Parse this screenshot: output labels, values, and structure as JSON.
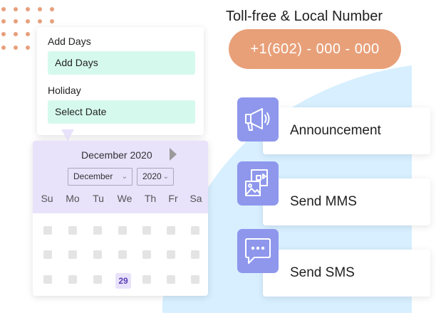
{
  "form": {
    "add_days_label": "Add Days",
    "add_days_value": "Add Days",
    "holiday_label": "Holiday",
    "holiday_value": "Select Date"
  },
  "calendar": {
    "title": "December 2020",
    "month_select": "December",
    "year_select": "2020",
    "weekdays": [
      "Su",
      "Mo",
      "Tu",
      "We",
      "Th",
      "Fr",
      "Sa"
    ],
    "selected_day": "29"
  },
  "phone": {
    "title": "Toll-free & Local Number",
    "number": "+1(602) - 000 - 000"
  },
  "features": [
    {
      "label": "Announcement",
      "icon": "megaphone-icon"
    },
    {
      "label": "Send MMS",
      "icon": "image-media-icon"
    },
    {
      "label": "Send SMS",
      "icon": "chat-bubble-icon"
    }
  ],
  "colors": {
    "accent_orange": "#e8a079",
    "mint_field": "#d6f9ee",
    "lavender": "#e8e2fb",
    "icon_blue": "#8e97ec",
    "backdrop_blue": "#d7efff"
  }
}
